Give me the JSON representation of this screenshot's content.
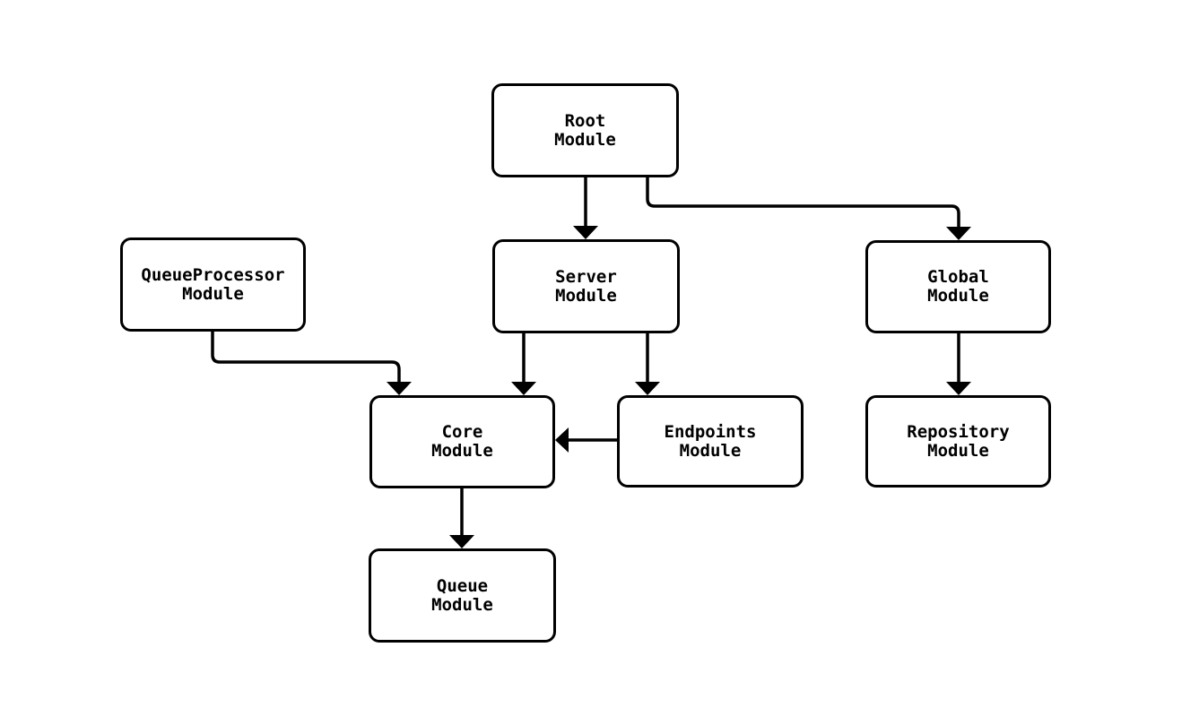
{
  "diagram": {
    "type": "module-dependency-graph",
    "background_color": "#ffffff",
    "line_color": "#000000",
    "node_fill_color": "#ffffff",
    "nodes": {
      "root": {
        "label": "Root\nModule"
      },
      "queueprocessor": {
        "label": "QueueProcessor\nModule"
      },
      "server": {
        "label": "Server\nModule"
      },
      "global": {
        "label": "Global\nModule"
      },
      "core": {
        "label": "Core\nModule"
      },
      "endpoints": {
        "label": "Endpoints\nModule"
      },
      "repository": {
        "label": "Repository\nModule"
      },
      "queue": {
        "label": "Queue\nModule"
      }
    },
    "edges": [
      {
        "from": "Root Module",
        "to": "Server Module"
      },
      {
        "from": "Root Module",
        "to": "Global Module"
      },
      {
        "from": "QueueProcessor Module",
        "to": "Core Module"
      },
      {
        "from": "Server Module",
        "to": "Core Module"
      },
      {
        "from": "Server Module",
        "to": "Endpoints Module"
      },
      {
        "from": "Endpoints Module",
        "to": "Core Module"
      },
      {
        "from": "Core Module",
        "to": "Queue Module"
      },
      {
        "from": "Global Module",
        "to": "Repository Module"
      }
    ]
  }
}
